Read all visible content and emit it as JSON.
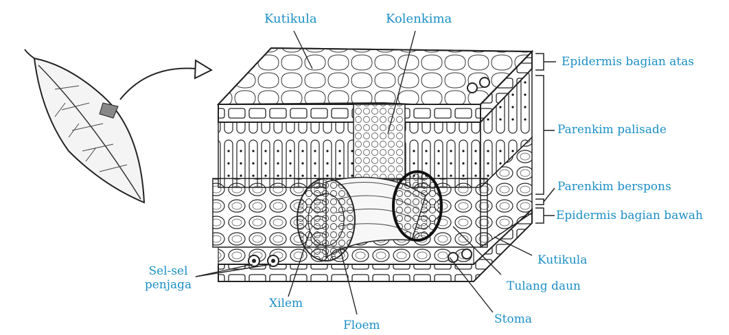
{
  "diagram": {
    "label_color": "#1b8fc6",
    "labels": {
      "kutikula_top": "Kutikula",
      "kolenkima": "Kolenkima",
      "epidermis_atas": "Epidermis bagian atas",
      "parenkim_palisade": "Parenkim palisade",
      "parenkim_berspons": "Parenkim berspons",
      "epidermis_bawah": "Epidermis bagian bawah",
      "kutikula_bottom": "Kutikula",
      "tulang_daun": "Tulang daun",
      "stoma": "Stoma",
      "floem": "Floem",
      "xilem": "Xilem",
      "sel_sel_line1": "Sel-sel",
      "sel_sel_line2": "penjaga"
    }
  }
}
